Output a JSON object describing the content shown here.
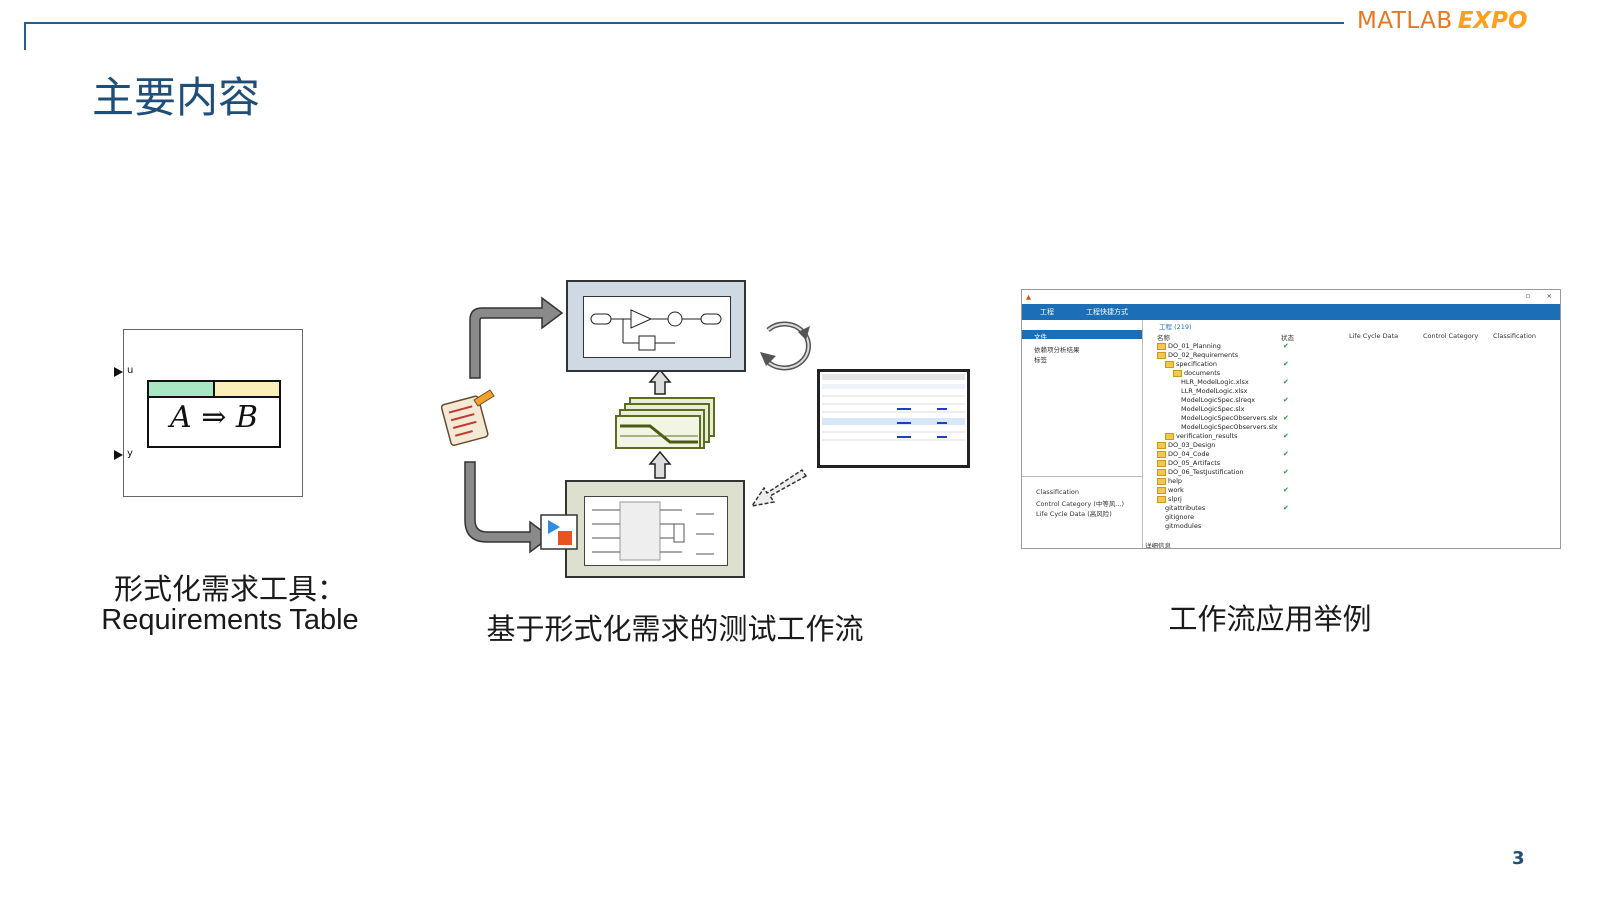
{
  "brand": {
    "logo_matlab": "MATLAB",
    "logo_expo": "EXPO"
  },
  "slide": {
    "title": "主要内容",
    "page_number": "3"
  },
  "sections": {
    "req_table": {
      "caption_line1": "形式化需求工具：",
      "caption_line2": "Requirements Table",
      "port_u": "u",
      "port_y": "y",
      "formula": "A ⇒ B"
    },
    "workflow": {
      "caption": "基于形式化需求的测试工作流"
    },
    "example": {
      "caption": "工作流应用举例"
    }
  },
  "project_window": {
    "toolbar_tabs": [
      "工程",
      "工程快捷方式"
    ],
    "breadcrumb": "工程 (219)",
    "columns": [
      "名称",
      "状态",
      "Life Cycle Data",
      "Control Category",
      "Classification"
    ],
    "left_items": [
      "文件",
      "依赖项分析结果",
      "标签"
    ],
    "left_bottom_items": [
      "Classification",
      "Control Category (中等风...)",
      "Life Cycle Data (高风险)"
    ],
    "tree": [
      "DO_01_Planning",
      "DO_02_Requirements",
      "specification",
      "documents",
      "HLR_ModelLogic.xlsx",
      "LLR_ModelLogic.xlsx",
      "ModelLogicSpec.slreqx",
      "ModelLogicSpec.slx",
      "ModelLogicSpecObservers.slx",
      "ModelLogicSpecObservers.slx",
      "verification_results",
      "DO_03_Design",
      "DO_04_Code",
      "DO_05_Artifacts",
      "DO_06_TestJustification",
      "help",
      "work",
      "slprj",
      "gitattributes",
      "gitignore",
      "gitmodules"
    ],
    "footer": "详细信息"
  }
}
